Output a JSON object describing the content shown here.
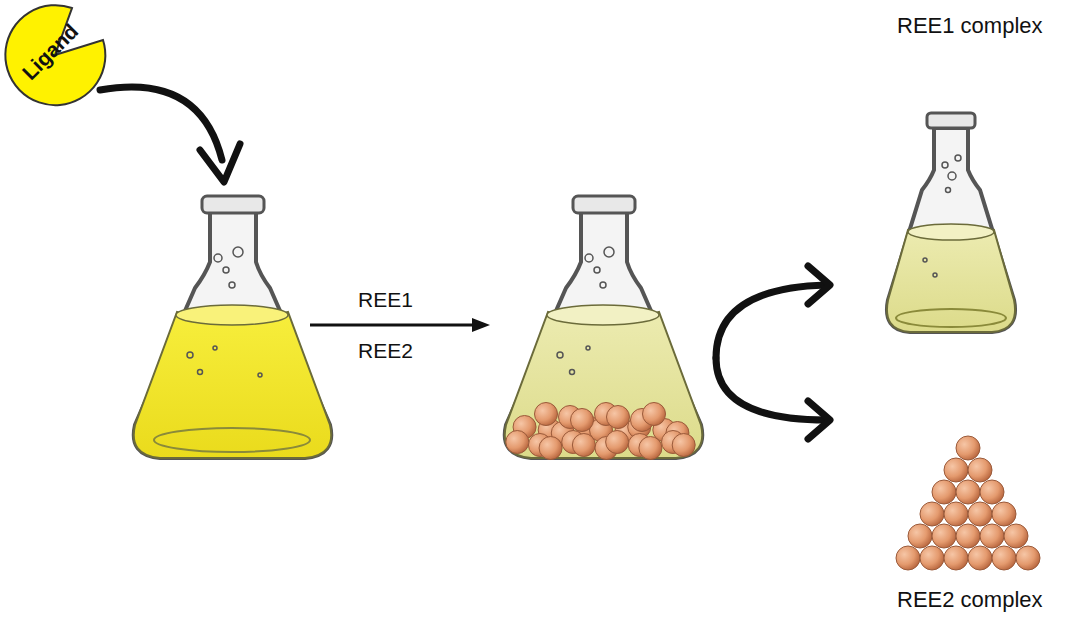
{
  "diagram": {
    "nodes": [
      {
        "text": [
          "Ligand"
        ]
      },
      {
        "text": [
          "REE1 complex"
        ]
      },
      {
        "text": [
          "REE2 complex"
        ]
      }
    ],
    "labels": [
      "REE1",
      "REE2"
    ]
  }
}
